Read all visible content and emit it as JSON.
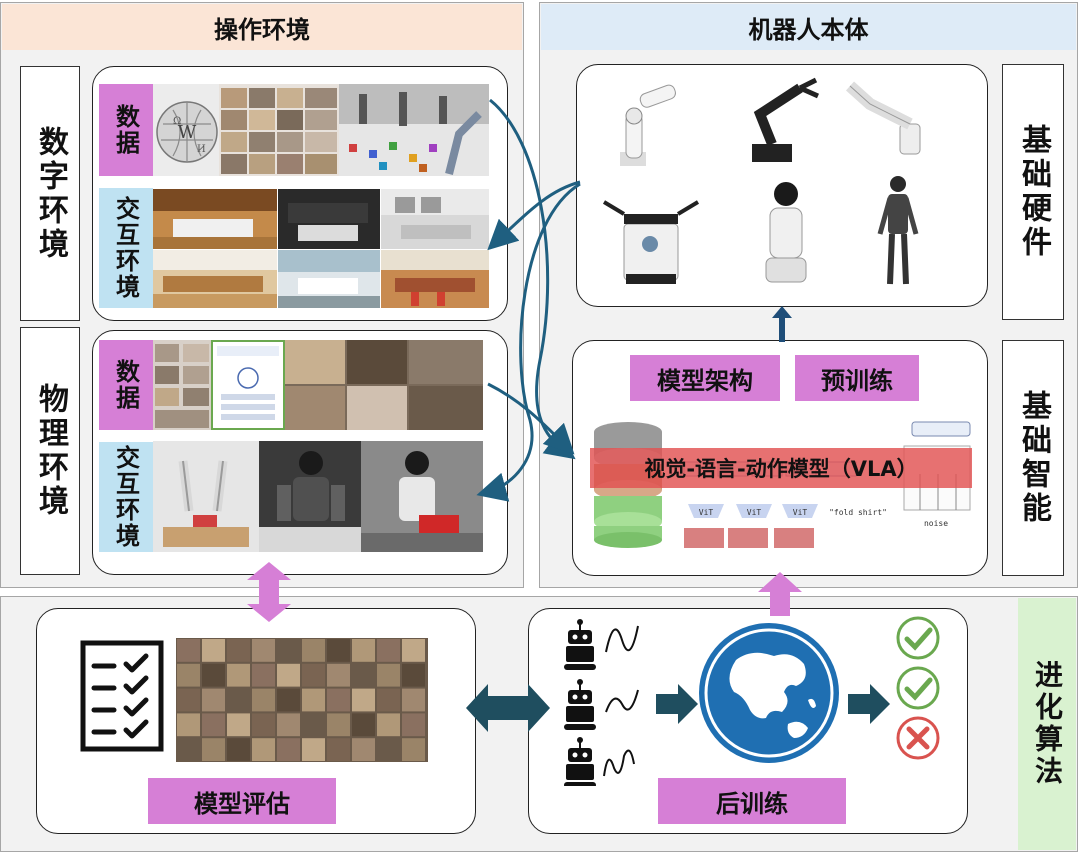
{
  "headers": {
    "operating_env": "操作环境",
    "robot_body": "机器人本体",
    "evolution_algo": "进化算法"
  },
  "left_labels": {
    "digital_env": "数字环境",
    "physical_env": "物理环境"
  },
  "right_labels": {
    "base_hardware": "基础硬件",
    "base_intelligence": "基础智能"
  },
  "tags": {
    "digital_data": "数据",
    "digital_interactive": "交互环境",
    "physical_data": "数据",
    "physical_interactive": "交互环境"
  },
  "intelligence": {
    "model_arch": "模型架构",
    "pretraining": "预训练",
    "vla": "视觉-语言-动作模型（VLA）",
    "vit": "ViT",
    "fold_shirt": "\"fold shirt\"",
    "noise": "noise"
  },
  "evolution": {
    "model_eval": "模型评估",
    "post_training": "后训练"
  },
  "colors": {
    "header_left": "#fbe5d6",
    "header_right": "#deebf7",
    "header_evo": "#d9f2d0",
    "magenta": "#d67fd6",
    "light_blue": "#bfe2f2",
    "arrow_teal": "#1f4e79",
    "globe_blue": "#1f6fb2"
  },
  "icons": [
    "wikipedia-globe-icon",
    "checklist-icon",
    "robot-icon",
    "wave-icon",
    "globe-icon",
    "check-icon",
    "cross-icon",
    "database-icon",
    "double-arrow-icon"
  ]
}
